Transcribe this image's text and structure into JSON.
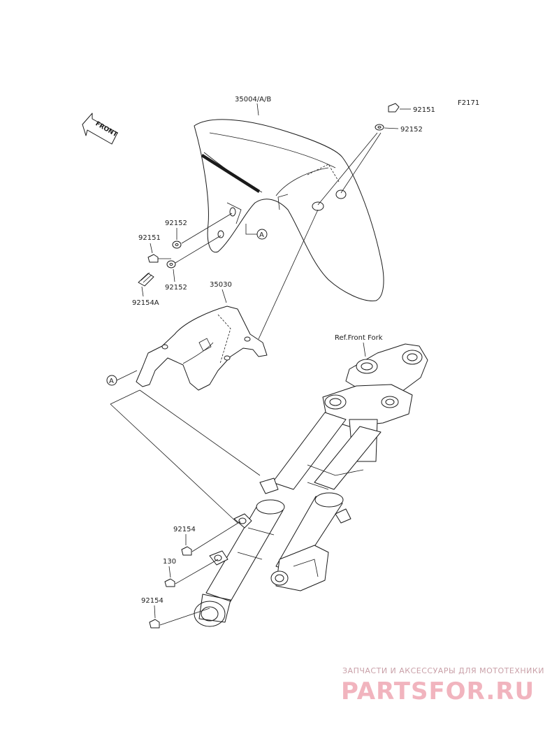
{
  "diagram_code": "F2171",
  "front_arrow_label": "FRONT",
  "labels": {
    "fender": "35004/A/B",
    "bolt_top": "92151",
    "washer_top": "92152",
    "washer_left_upper": "92152",
    "bolt_left": "92151",
    "washer_left_lower": "92152",
    "bolt_stud": "92154A",
    "bracket": "35030",
    "ref_fork": "Ref.Front Fork",
    "bolt_fork_upper": "92154",
    "bolt_130": "130",
    "bolt_fork_lower": "92154",
    "ref_a": "A"
  },
  "watermark": {
    "line1": "ЗАПЧАСТИ И АКСЕССУАРЫ ДЛЯ МОТОТЕХНИКИ",
    "line2": "PARTSFOR.RU"
  },
  "colors": {
    "line": "#1a1a1a",
    "watermark_main": "#f1b4be",
    "watermark_sub": "#c9a0a8"
  }
}
